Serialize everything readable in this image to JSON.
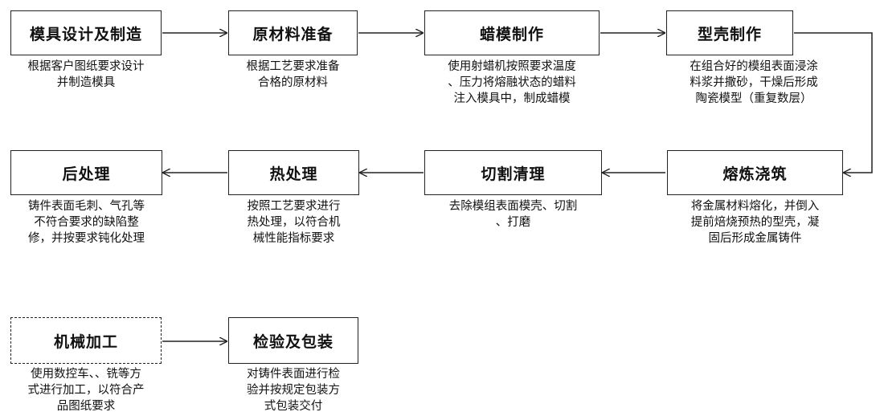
{
  "steps": [
    {
      "title": "模具设计及制造",
      "desc": [
        "根据客户图纸要求设计",
        "并制造模具"
      ]
    },
    {
      "title": "原材料准备",
      "desc": [
        "根据工艺要求准备",
        "合格的原材料"
      ]
    },
    {
      "title": "蜡模制作",
      "desc": [
        "使用射蜡机按照要求温度",
        "、压力将熔融状态的蜡料",
        "注入模具中，制成蜡模"
      ]
    },
    {
      "title": "型壳制作",
      "desc": [
        "在组合好的模组表面浸涂",
        "料浆并撒砂，干燥后形成",
        "陶瓷模型（重复数层）"
      ]
    },
    {
      "title": "熔炼浇筑",
      "desc": [
        "将金属材料熔化，并倒入",
        "提前焙烧预热的型壳，凝",
        "固后形成金属铸件"
      ]
    },
    {
      "title": "切割清理",
      "desc": [
        "去除模组表面模壳、切割",
        "、打磨"
      ]
    },
    {
      "title": "热处理",
      "desc": [
        "按照工艺要求进行",
        "热处理，以符合机",
        "械性能指标要求"
      ]
    },
    {
      "title": "后处理",
      "desc": [
        "铸件表面毛刺、气孔等",
        "不符合要求的缺陷整",
        "修，并按要求钝化处理"
      ]
    },
    {
      "title": "机械加工",
      "desc": [
        "使用数控车、、铣等方",
        "式进行加工，以符合产",
        "品图纸要求"
      ]
    },
    {
      "title": "检验及包装",
      "desc": [
        "对铸件表面进行检",
        "验并按规定包装方",
        "式包装交付"
      ]
    }
  ]
}
